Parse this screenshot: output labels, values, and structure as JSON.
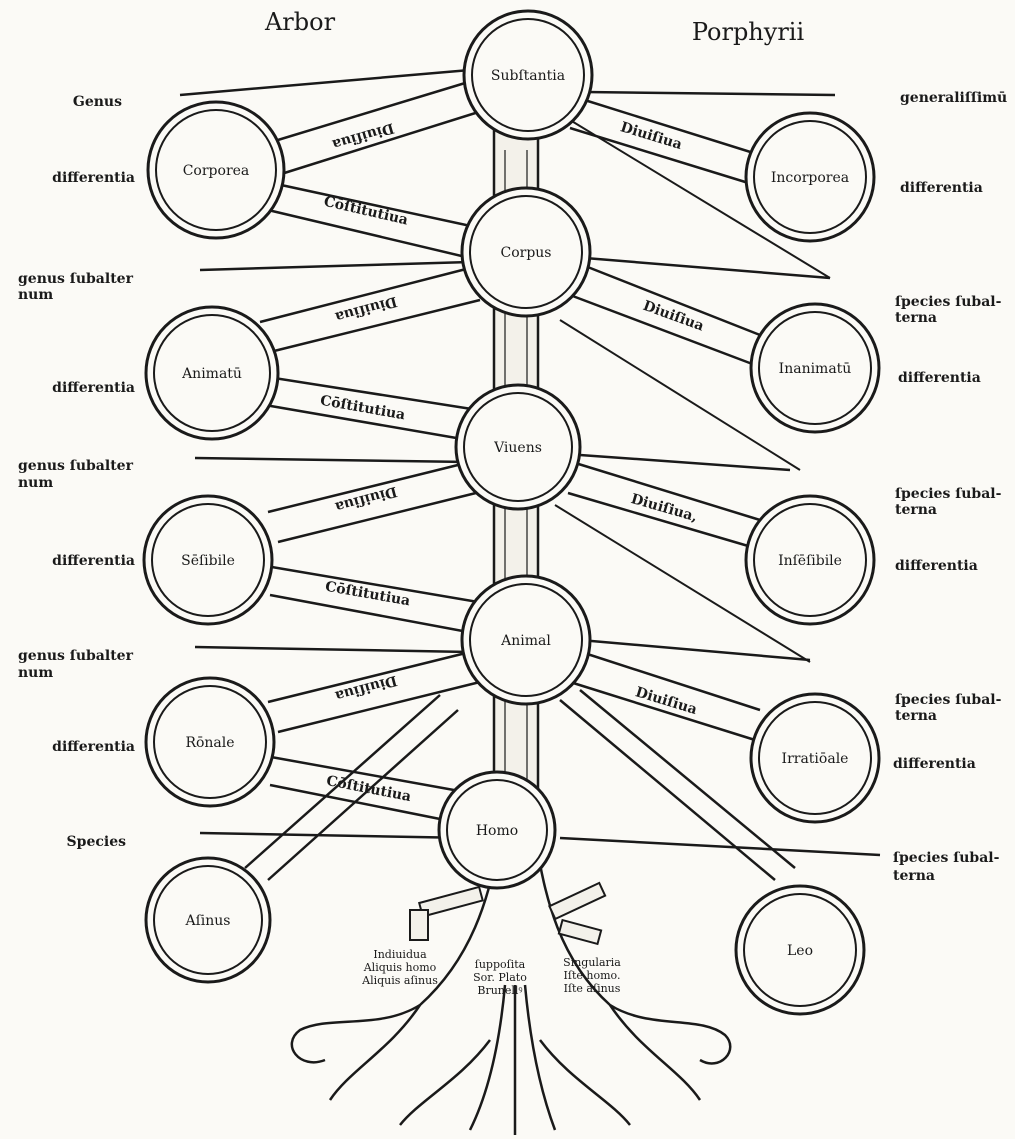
{
  "title": {
    "left": "Arbor",
    "right": "Porphyrii"
  },
  "trunk_nodes": [
    "Subſtantia",
    "Corpus",
    "Viuens",
    "Animal",
    "Homo"
  ],
  "left_nodes": [
    "Corporea",
    "Animatū",
    "Sēſibile",
    "Rōnale",
    "Aſinus"
  ],
  "right_nodes": [
    "Incorporea",
    "Inanimatū",
    "Inſēſibile",
    "Irratiōale",
    "Leo"
  ],
  "band_labels": {
    "diuisiua": "Diuiſiua",
    "constitutiua": "Cōſtitutiua",
    "diuisiua_right": [
      "Diuiſiua",
      "Diuiſiua",
      "Diuiſiua,",
      "Diuiſiua"
    ]
  },
  "left_side_labels": [
    "Genus",
    "differentia",
    "genus ſubalter",
    "num",
    "differentia",
    "genus ſubalter",
    "num",
    "differentia",
    "genus ſubalter",
    "num",
    "differentia",
    "Species"
  ],
  "right_side_labels": [
    "generaliſſimū",
    "differentia",
    "ſpecies ſubal-",
    "terna",
    "differentia",
    "ſpecies ſubal-",
    "terna",
    "differentia",
    "ſpecies ſubal-",
    "terna",
    "differentia",
    "ſpecies ſubal-",
    "terna"
  ],
  "roots": {
    "left": [
      "Indiuidua",
      "Aliquis homo",
      "Aliquis aſinus"
    ],
    "center": [
      "ſuppoſita",
      "Sor. Plato",
      "Brunellꝰ"
    ],
    "right": [
      "Singularia",
      "Iſte homo.",
      "Iſte aſinus"
    ]
  }
}
